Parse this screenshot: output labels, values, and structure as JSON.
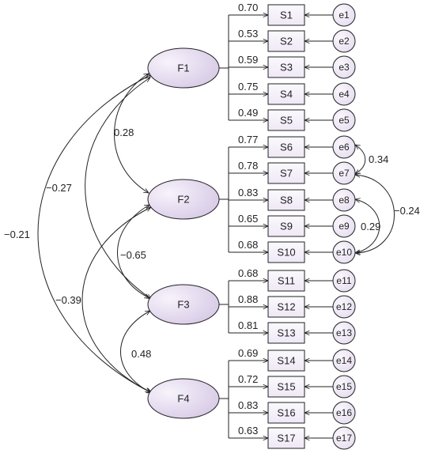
{
  "factors": [
    {
      "id": "F1",
      "label": "F1"
    },
    {
      "id": "F2",
      "label": "F2"
    },
    {
      "id": "F3",
      "label": "F3"
    },
    {
      "id": "F4",
      "label": "F4"
    }
  ],
  "items": [
    {
      "label": "S1",
      "factor": "F1",
      "loading": "0.70",
      "error": "e1"
    },
    {
      "label": "S2",
      "factor": "F1",
      "loading": "0.53",
      "error": "e2"
    },
    {
      "label": "S3",
      "factor": "F1",
      "loading": "0.59",
      "error": "e3"
    },
    {
      "label": "S4",
      "factor": "F1",
      "loading": "0.75",
      "error": "e4"
    },
    {
      "label": "S5",
      "factor": "F1",
      "loading": "0.49",
      "error": "e5"
    },
    {
      "label": "S6",
      "factor": "F2",
      "loading": "0.77",
      "error": "e6"
    },
    {
      "label": "S7",
      "factor": "F2",
      "loading": "0.78",
      "error": "e7"
    },
    {
      "label": "S8",
      "factor": "F2",
      "loading": "0.83",
      "error": "e8"
    },
    {
      "label": "S9",
      "factor": "F2",
      "loading": "0.65",
      "error": "e9"
    },
    {
      "label": "S10",
      "factor": "F2",
      "loading": "0.68",
      "error": "e10"
    },
    {
      "label": "S11",
      "factor": "F3",
      "loading": "0.68",
      "error": "e11"
    },
    {
      "label": "S12",
      "factor": "F3",
      "loading": "0.88",
      "error": "e12"
    },
    {
      "label": "S13",
      "factor": "F3",
      "loading": "0.81",
      "error": "e13"
    },
    {
      "label": "S14",
      "factor": "F4",
      "loading": "0.69",
      "error": "e14"
    },
    {
      "label": "S15",
      "factor": "F4",
      "loading": "0.72",
      "error": "e15"
    },
    {
      "label": "S16",
      "factor": "F4",
      "loading": "0.83",
      "error": "e16"
    },
    {
      "label": "S17",
      "factor": "F4",
      "loading": "0.63",
      "error": "e17"
    }
  ],
  "factor_correlations": [
    {
      "from": "F1",
      "to": "F2",
      "value": "0.28"
    },
    {
      "from": "F1",
      "to": "F3",
      "value": "−0.27"
    },
    {
      "from": "F1",
      "to": "F4",
      "value": "−0.21"
    },
    {
      "from": "F2",
      "to": "F3",
      "value": "−0.65"
    },
    {
      "from": "F2",
      "to": "F4",
      "value": "−0.39"
    },
    {
      "from": "F3",
      "to": "F4",
      "value": "0.48"
    }
  ],
  "error_covariances": [
    {
      "from": "e6",
      "to": "e7",
      "value": "0.34"
    },
    {
      "from": "e7",
      "to": "e10",
      "value": "−0.24"
    },
    {
      "from": "e8",
      "to": "e10",
      "value": "0.29"
    }
  ],
  "colors": {
    "factor_fill_light": "#f6f2fa",
    "factor_fill_dark": "#d7cae6",
    "line": "#222222"
  }
}
